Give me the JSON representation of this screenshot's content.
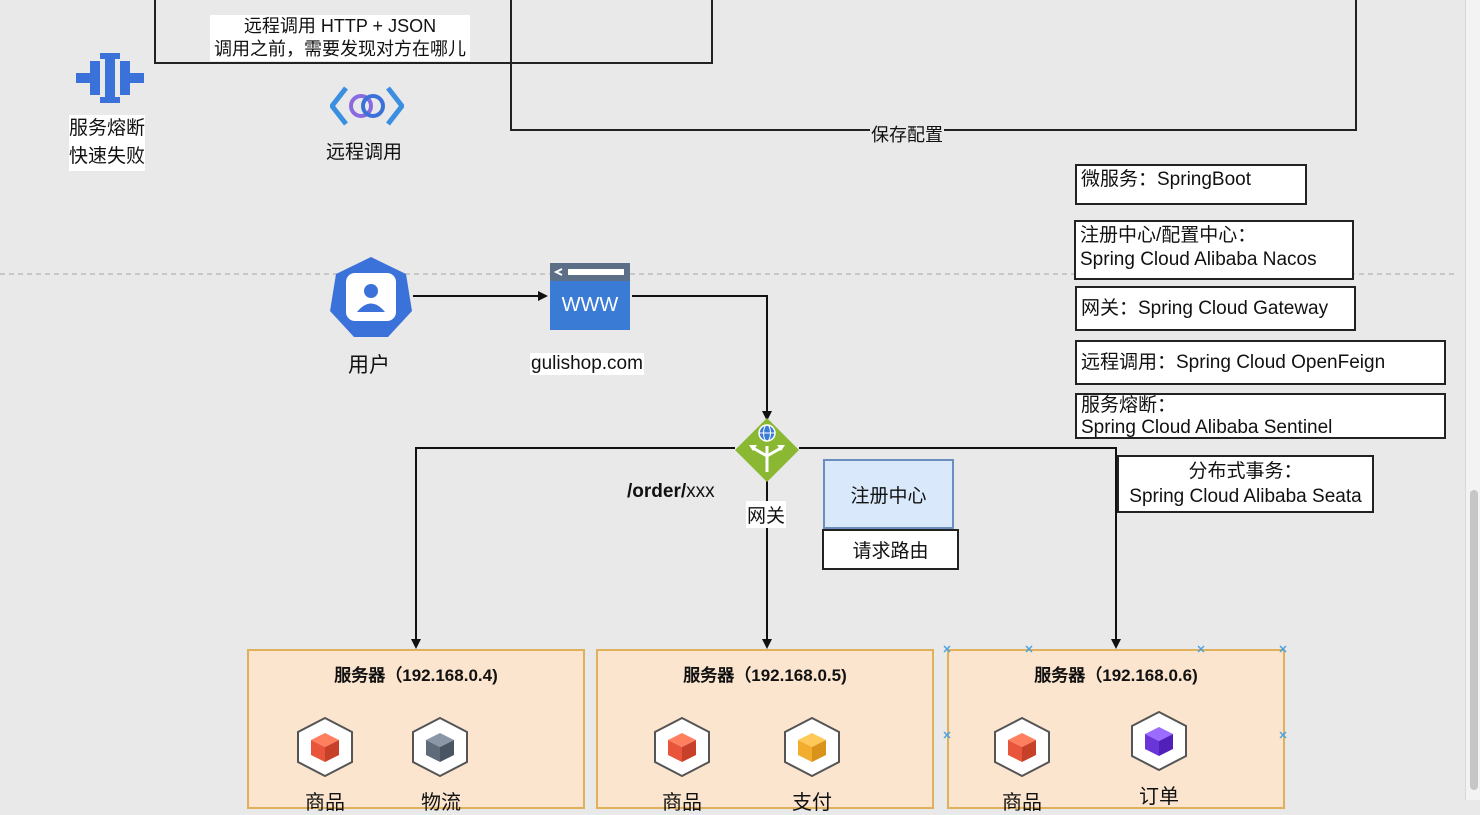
{
  "top_labels": {
    "remote_call_line1": "远程调用  HTTP + JSON",
    "remote_call_line2": "调用之前，需要发现对方在哪儿",
    "save_config": "保存配置"
  },
  "left_icons": {
    "circuit_breaker_line1": "服务熔断",
    "circuit_breaker_line2": "快速失败",
    "remote_call": "远程调用"
  },
  "flow": {
    "user": "用户",
    "domain": "gulishop.com",
    "route_path_bold": "/order/",
    "route_path_rest": "xxx",
    "gateway": "网关",
    "registry": "注册中心",
    "request_routing": "请求路由"
  },
  "tech_stack": {
    "microservice": "微服务：SpringBoot",
    "registry_line1": "注册中心/配置中心：",
    "registry_line2": "Spring Cloud Alibaba Nacos",
    "gateway": "网关：Spring Cloud Gateway",
    "remote_call": "远程调用：Spring Cloud OpenFeign",
    "breaker_line1": "服务熔断：",
    "breaker_line2": "Spring Cloud Alibaba Sentinel",
    "tx_line1": "分布式事务：",
    "tx_line2": "Spring Cloud Alibaba Seata"
  },
  "servers": [
    {
      "title": "服务器（192.168.0.4)",
      "svc1": "商品",
      "svc2": "物流"
    },
    {
      "title": "服务器（192.168.0.5)",
      "svc1": "商品",
      "svc2": "支付"
    },
    {
      "title": "服务器（192.168.0.6)",
      "svc1": "商品",
      "svc2": "订单"
    }
  ],
  "colors": {
    "server_fill": "#fbe5cf",
    "server_border": "#e0b15a",
    "registry_fill": "#dae8fc",
    "registry_border": "#6c8ebf",
    "cube_red": "#e8553a",
    "cube_gray": "#5f6b7a",
    "cube_yellow": "#f3ad2e",
    "cube_purple": "#6a35d8",
    "gateway_green": "#8ab833",
    "icon_blue": "#3b72d9"
  }
}
